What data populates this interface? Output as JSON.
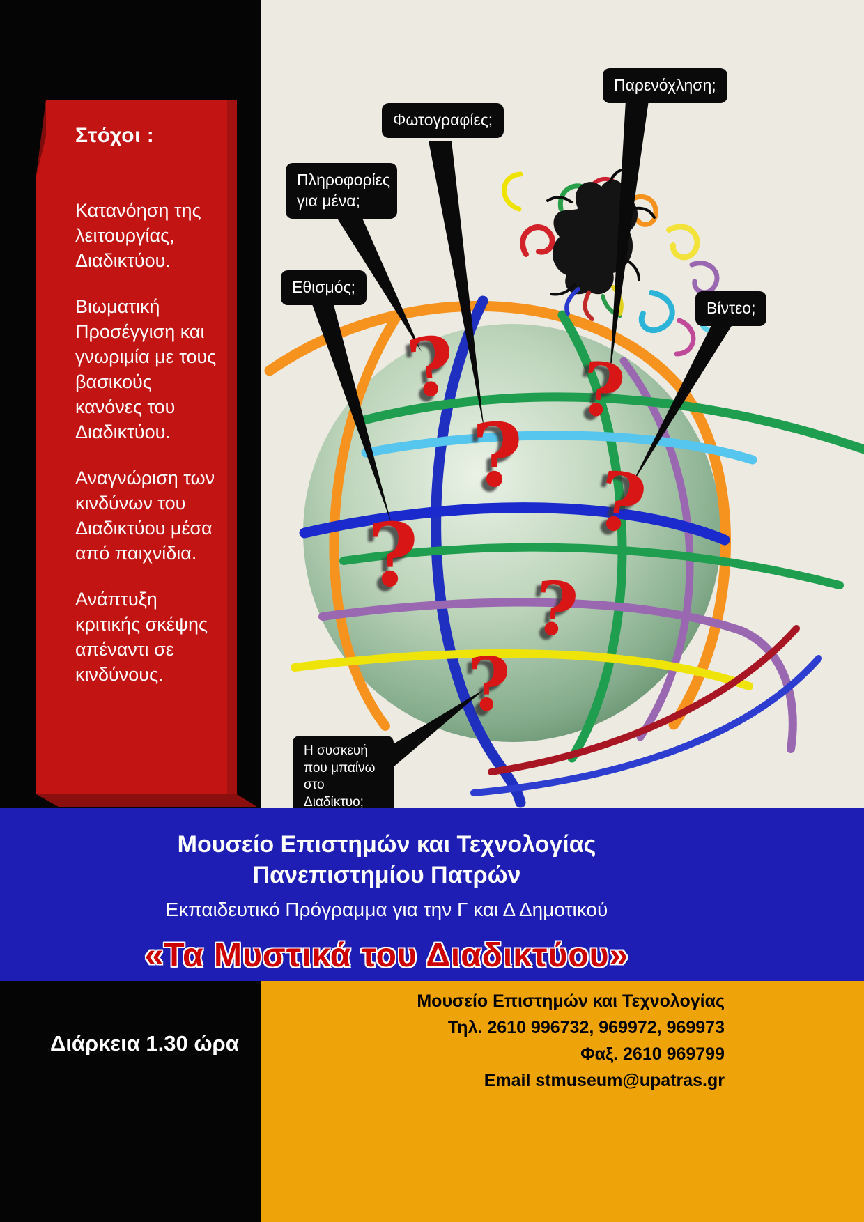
{
  "colors": {
    "left_panel_black": "#050505",
    "ribbon_red": "#c31414",
    "ribbon_red_dark": "#8c0f0f",
    "canvas_background": "#edeae2",
    "blue_band": "#1e1eb4",
    "title_red": "#cc0000",
    "orange_band": "#eea308",
    "question_mark_red": "#d91616",
    "callout_black": "#0a0a0a"
  },
  "goals": {
    "heading": "Στόχοι :",
    "items": [
      "Κατανόηση της λειτουργίας, Διαδικτύου.",
      "Βιωματική Προσέγγιση και γνωριμία με τους βασικούς κανόνες του Διαδικτύου.",
      "Αναγνώριση των  κινδύνων του Διαδικτύου μέσα από παιχνίδια.",
      "Ανάπτυξη κριτικής σκέψης απέναντι σε κινδύνους."
    ]
  },
  "callouts": {
    "personal_info": "Πληροφορίες για μένα;",
    "photos": "Φωτογραφίες;",
    "harassment": "Παρενόχληση;",
    "addiction": "Εθισμός;",
    "video": "Βίντεο;",
    "device": "Η συσκευή που μπαίνω  στο Διαδίκτυο;"
  },
  "illustration": {
    "question_mark": "?"
  },
  "banner": {
    "museum_line1": "Μουσείο  Επιστημών και Τεχνολογίας",
    "museum_line2": "Πανεπιστημίου Πατρών",
    "program": "Εκπαιδευτικό Πρόγραμμα για την Γ και Δ Δημοτικού",
    "title": "«Τα Μυστικά του Διαδικτύου»"
  },
  "footer": {
    "duration": "Διάρκεια  1.30 ώρα",
    "contact_lines": [
      "Μουσείο Επιστημών και Τεχνολογίας",
      "Τηλ. 2610 996732, 969972, 969973",
      "Φαξ. 2610 969799",
      "Email stmuseum@upatras.gr"
    ]
  }
}
